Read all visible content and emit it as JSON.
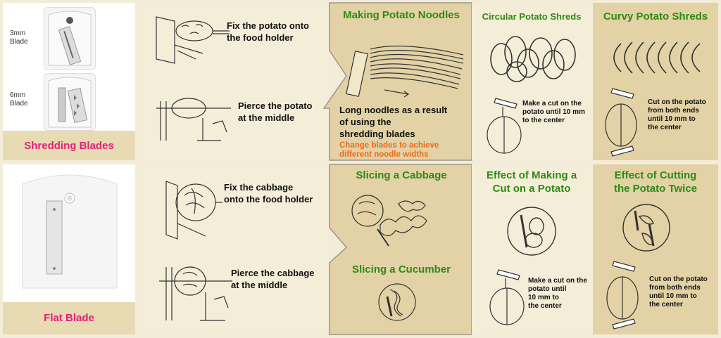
{
  "top": {
    "blades": {
      "small_label": "3mm\nBlade",
      "large_label": "6mm\nBlade",
      "caption": "Shredding Blades"
    },
    "steps": {
      "step1": "Fix the potato onto\nthe food holder",
      "step2": "Pierce the potato\nat the middle"
    },
    "noodles": {
      "title": "Making Potato Noodles",
      "desc": "Long noodles as a result\nof using the\nshredding blades",
      "note": "Change blades to achieve\ndifferent noodle widths"
    },
    "circular": {
      "title": "Circular Potato Shreds",
      "desc": "Make a cut on the\npotato until 10 mm\nto the center"
    },
    "curvy": {
      "title": "Curvy Potato Shreds",
      "desc": "Cut on the potato\nfrom both ends\nuntil 10 mm to\nthe center"
    }
  },
  "bottom": {
    "blade": {
      "caption": "Flat Blade"
    },
    "steps": {
      "step1": "Fix the cabbage\nonto the food holder",
      "step2": "Pierce the cabbage\nat the middle"
    },
    "cabbage": {
      "title": "Slicing a Cabbage"
    },
    "cucumber": {
      "title": "Slicing a Cucumber"
    },
    "effect_cut": {
      "title": "Effect of Making a\nCut on a Potato",
      "desc": "Make a cut on the\npotato until\n10 mm to\nthe center"
    },
    "effect_twice": {
      "title": "Effect of Cutting\nthe Potato Twice",
      "desc": "Cut on the potato\nfrom both ends\nuntil 10 mm to\nthe center"
    }
  }
}
